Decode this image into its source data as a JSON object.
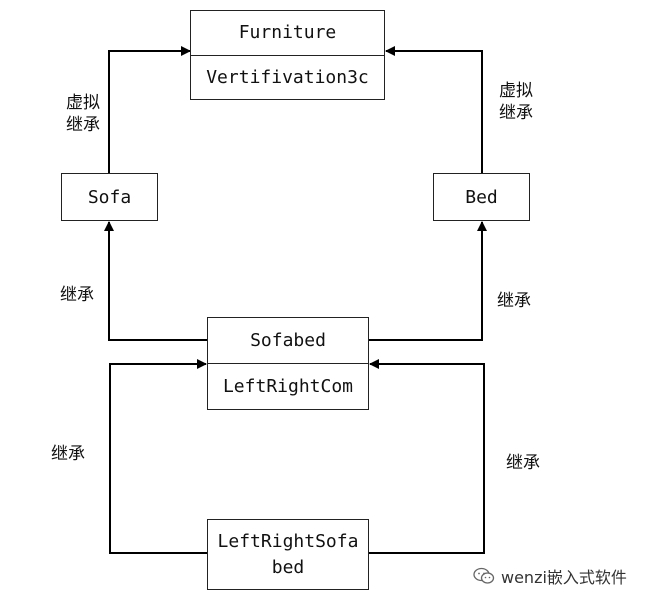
{
  "nodes": {
    "furniture": {
      "title": "Furniture",
      "sub": "Vertifivation3c"
    },
    "sofa": {
      "title": "Sofa"
    },
    "bed": {
      "title": "Bed"
    },
    "sofabed": {
      "title": "Sofabed",
      "sub": "LeftRightCom"
    },
    "leftrightsofabed": {
      "line1": "LeftRightSofa",
      "line2": "bed"
    }
  },
  "edges": {
    "sofa_to_furniture": {
      "line1": "虚拟",
      "line2": "继承"
    },
    "bed_to_furniture": {
      "line1": "虚拟",
      "line2": "继承"
    },
    "sofabed_to_sofa": "继承",
    "sofabed_to_bed": "继承",
    "lrsb_to_sofabed_left": "继承",
    "lrsb_to_sofabed_right": "继承"
  },
  "watermark": {
    "text": "wenzi嵌入式软件",
    "icon": "wechat-icon"
  }
}
